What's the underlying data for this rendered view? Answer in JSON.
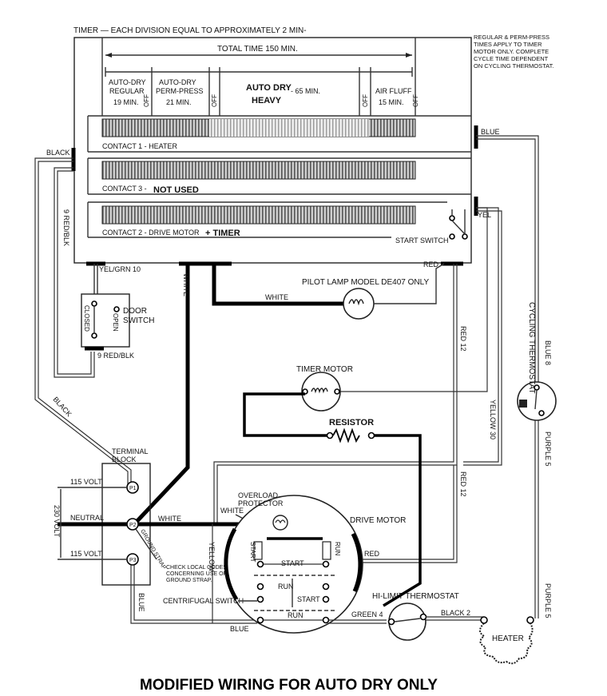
{
  "timer": {
    "header": "TIMER — EACH DIVISION EQUAL TO APPROXIMATELY 2 MIN-",
    "total_time": "TOTAL TIME 150 MIN.",
    "note": [
      "REGULAR & PERM-PRESS",
      "TIMES APPLY TO TIMER",
      "MOTOR ONLY.  COMPLETE",
      "CYCLE TIME DEPENDENT",
      "ON CYCLING THERMOSTAT."
    ],
    "segments": {
      "auto_dry_regular": [
        "AUTO-DRY",
        "REGULAR",
        "19 MIN."
      ],
      "auto_dry_perm_press": [
        "AUTO-DRY",
        "PERM-PRESS",
        "21 MIN."
      ],
      "auto_dry_heavy": [
        "AUTO DRY",
        "HEAVY"
      ],
      "auto_dry_heavy_time": "- 65 MIN.",
      "air_fluff": [
        "AIR FLUFF",
        "15 MIN."
      ],
      "off": "OFF"
    },
    "contacts": {
      "contact1": "CONTACT 1 - HEATER",
      "contact3": "CONTACT 3 -",
      "contact3_note": "NOT USED",
      "contact2": "CONTACT 2 - DRIVE MOTOR",
      "contact2_note": "+ TIMER"
    }
  },
  "wire_labels": {
    "black": "BLACK",
    "blue": "BLUE",
    "yel": "YEL",
    "red_blk_9": "9 RED/BLK",
    "yel_grn_10": "YEL/GRN 10",
    "white": "WHITE",
    "red": "RED",
    "red_12": "RED 12",
    "yellow_30": "YELLOW 30",
    "blue_8": "BLUE 8",
    "purple_5": "PURPLE 5",
    "yellow": "YELLOW",
    "green_4": "GREEN 4",
    "black_2": "BLACK 2"
  },
  "components": {
    "start_switch": "START SWITCH",
    "pilot_lamp": "PILOT LAMP MODEL DE407 ONLY",
    "door_switch": [
      "DOOR",
      "SWITCH"
    ],
    "door_open": "OPEN",
    "door_closed": "CLOSED",
    "cycling_thermostat": "CYCLING THERMOSTAT",
    "timer_motor": "TIMER MOTOR",
    "resistor": "RESISTOR",
    "terminal_block": [
      "TERMINAL",
      "BLOCK"
    ],
    "p1": "P1",
    "p2": "P2",
    "p3": "P3",
    "ground_strap": "GROUND STRAP",
    "ground_note": [
      "CHECK LOCAL CODES",
      "CONCERNING USE OF",
      "GROUND STRAP."
    ],
    "overload_protector": [
      "OVERLOAD",
      "PROTECTOR"
    ],
    "drive_motor": "DRIVE MOTOR",
    "start": "START",
    "run": "RUN",
    "centrifugal_switch": "CENTRIFUGAL SWITCH",
    "hi_limit_thermostat": "HI-LIMIT THERMOSTAT",
    "heater": "HEATER"
  },
  "power": {
    "v115_top": "115 VOLT",
    "neutral": "NEUTRAL",
    "v230": "230 VOLT",
    "v115_bottom": "115 VOLT"
  },
  "caption": "MODIFIED WIRING FOR AUTO DRY ONLY"
}
